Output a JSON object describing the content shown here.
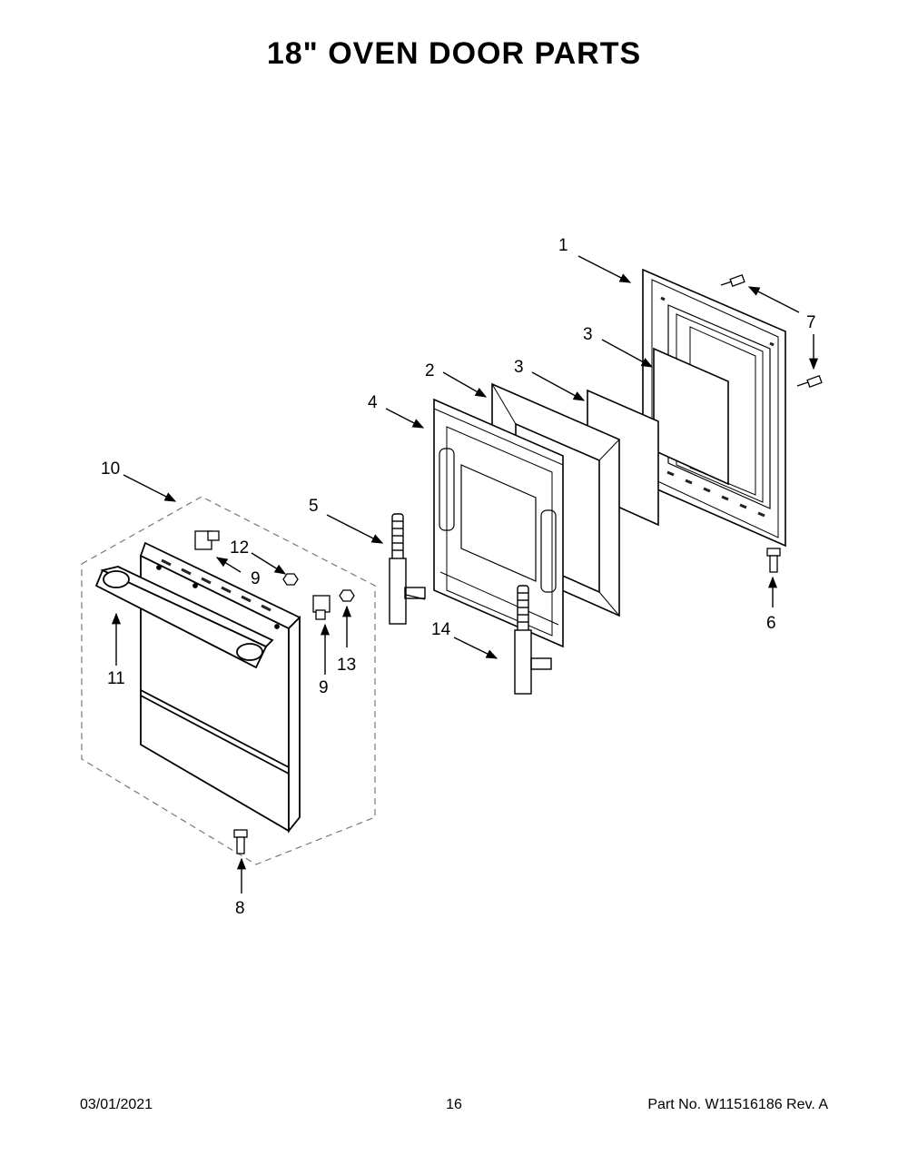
{
  "title": "18\" OVEN DOOR PARTS",
  "callouts": {
    "c1": "1",
    "c2": "2",
    "c3a": "3",
    "c3b": "3",
    "c4": "4",
    "c5": "5",
    "c6": "6",
    "c7": "7",
    "c8": "8",
    "c9a": "9",
    "c9b": "9",
    "c10": "10",
    "c11": "11",
    "c12": "12",
    "c13": "13",
    "c14": "14"
  },
  "footer": {
    "date": "03/01/2021",
    "page": "16",
    "part_no": "Part No.  W11516186  Rev.  A"
  }
}
